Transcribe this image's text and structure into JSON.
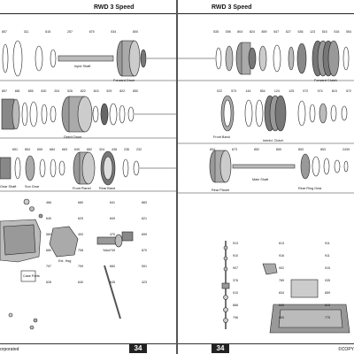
{
  "left_page": {
    "header": "RWD 3 Speed",
    "page_number": "34",
    "footer_text": "orporated",
    "captions": {
      "input_shaft": "Input Shaft",
      "forward_drum": "Forward Drum",
      "direct_drum": "Direct Drum",
      "gear_shaft": "Gear Shaft",
      "sun_gear": "Sun Gear",
      "front_planet": "Front Planet",
      "rear_band": "Rear Band",
      "ext_hsg": "Ext. Hsg",
      "yoke": "Yoke",
      "case_parts": "Case Parts"
    },
    "row1_labels": [
      "857",
      "311",
      "815",
      "257",
      "675",
      "534",
      "800"
    ],
    "row2_labels": [
      "857",
      "881",
      "855",
      "830",
      "204",
      "526",
      "822",
      "815",
      "529",
      "822",
      "850"
    ],
    "row3_labels": [
      "651",
      "854",
      "655",
      "684",
      "663",
      "640",
      "682",
      "324",
      "438",
      "236",
      "232"
    ],
    "lower_labels": [
      "466",
      "680",
      "641",
      "883",
      "640",
      "629",
      "849",
      "621",
      "580",
      "400",
      "470",
      "699",
      "680",
      "708",
      "749",
      "870",
      "797",
      "799",
      "660",
      "591",
      "628",
      "640",
      "645",
      "423"
    ]
  },
  "right_page": {
    "header": "RWD 3 Speed",
    "page_number": "34",
    "footer_text": "©COPY",
    "captions": {
      "forward_clutch": "Forward Clutch",
      "front_band": "Front Band",
      "intermediate_clutch": "Intmtd. Clutch",
      "rear_planet": "Rear Planet",
      "main_shaft": "Main Shaft",
      "rear_ring_gear": "Rear Ring Gear"
    },
    "row1_labels": [
      "535",
      "398",
      "804",
      "824",
      "859",
      "547",
      "527",
      "536",
      "123",
      "515",
      "516",
      "554"
    ],
    "row2_labels": [
      "022",
      "573",
      "144",
      "554",
      "124",
      "125",
      "972",
      "974",
      "815",
      "572"
    ],
    "row3_labels": [
      "654",
      "673",
      "852",
      "850",
      "853",
      "853",
      "2439"
    ],
    "lower_labels": [
      "913",
      "613",
      "911",
      "910",
      "916",
      "911",
      "907",
      "902",
      "915",
      "376",
      "789",
      "035",
      "010",
      "834",
      "859",
      "868",
      "845",
      "815",
      "796",
      "900",
      "775"
    ]
  }
}
